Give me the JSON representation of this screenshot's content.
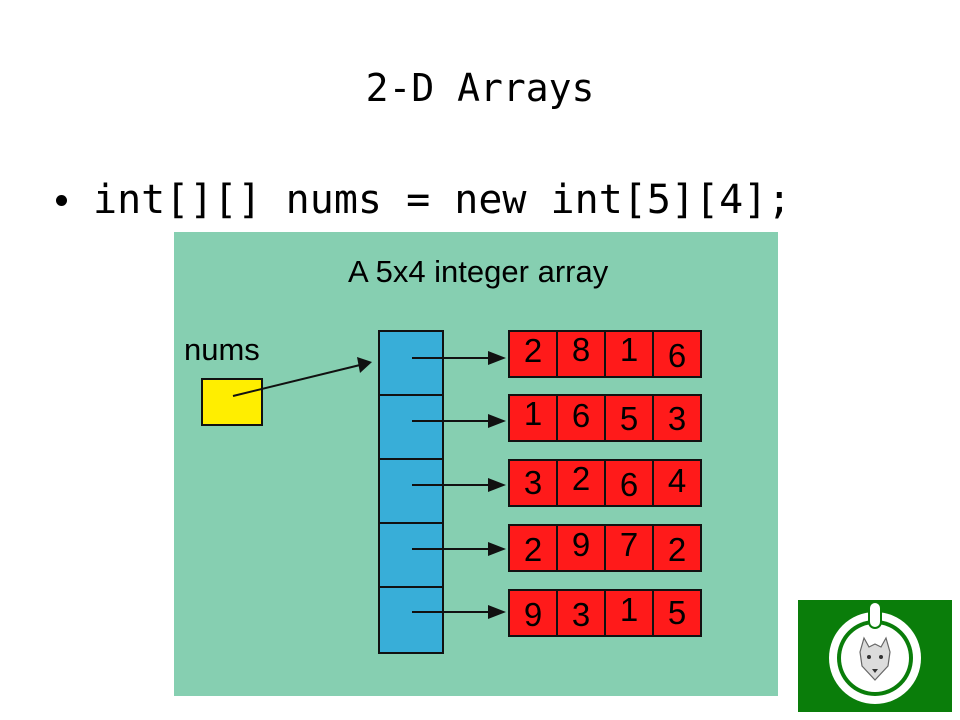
{
  "slide": {
    "title": "2-D Arrays",
    "bullet": "int[][] nums = new int[5][4];"
  },
  "diagram": {
    "title": "A 5x4 integer array",
    "variable": "nums",
    "rows": [
      [
        2,
        8,
        1,
        6
      ],
      [
        1,
        6,
        5,
        3
      ],
      [
        3,
        2,
        6,
        4
      ],
      [
        2,
        9,
        7,
        2
      ],
      [
        9,
        3,
        1,
        5
      ]
    ],
    "colors": {
      "panel": "#86cfb1",
      "variable_box": "#ffee00",
      "reference_column": "#38aed8",
      "row_cells": "#ff1a1a"
    }
  },
  "logo": {
    "icon": "wolf-seal-icon",
    "background": "#0a7d0a"
  }
}
